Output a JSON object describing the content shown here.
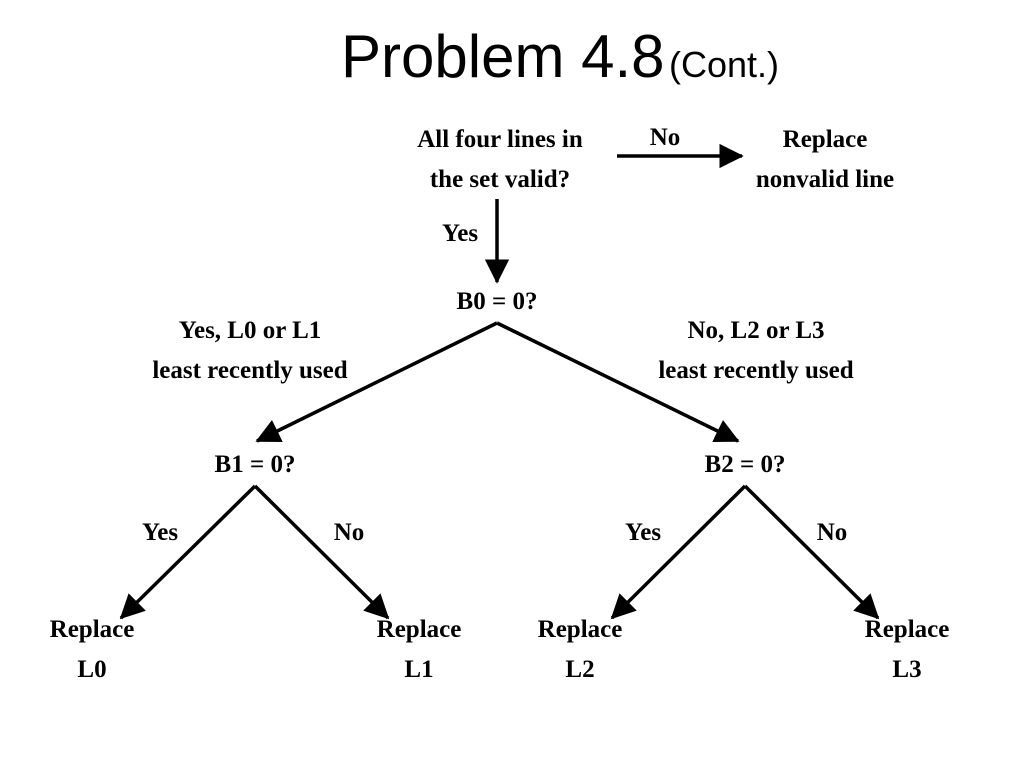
{
  "title": {
    "main": "Problem 4.8",
    "sub": "(Cont.)"
  },
  "nodes": {
    "root": {
      "line1": "All four lines in",
      "line2": "the set valid?"
    },
    "replace_nonvalid": {
      "line1": "Replace",
      "line2": "nonvalid line"
    },
    "b0": "B0 = 0?",
    "b1": "B1 = 0?",
    "b2": "B2 = 0?",
    "l0": {
      "line1": "Replace",
      "line2": "L0"
    },
    "l1": {
      "line1": "Replace",
      "line2": "L1"
    },
    "l2": {
      "line1": "Replace",
      "line2": "L2"
    },
    "l3": {
      "line1": "Replace",
      "line2": "L3"
    }
  },
  "edges": {
    "root_no": "No",
    "root_yes": "Yes",
    "b0_yes": {
      "line1": "Yes, L0 or L1",
      "line2": "least recently used"
    },
    "b0_no": {
      "line1": "No, L2 or L3",
      "line2": "least recently used"
    },
    "b1_yes": "Yes",
    "b1_no": "No",
    "b2_yes": "Yes",
    "b2_no": "No"
  }
}
